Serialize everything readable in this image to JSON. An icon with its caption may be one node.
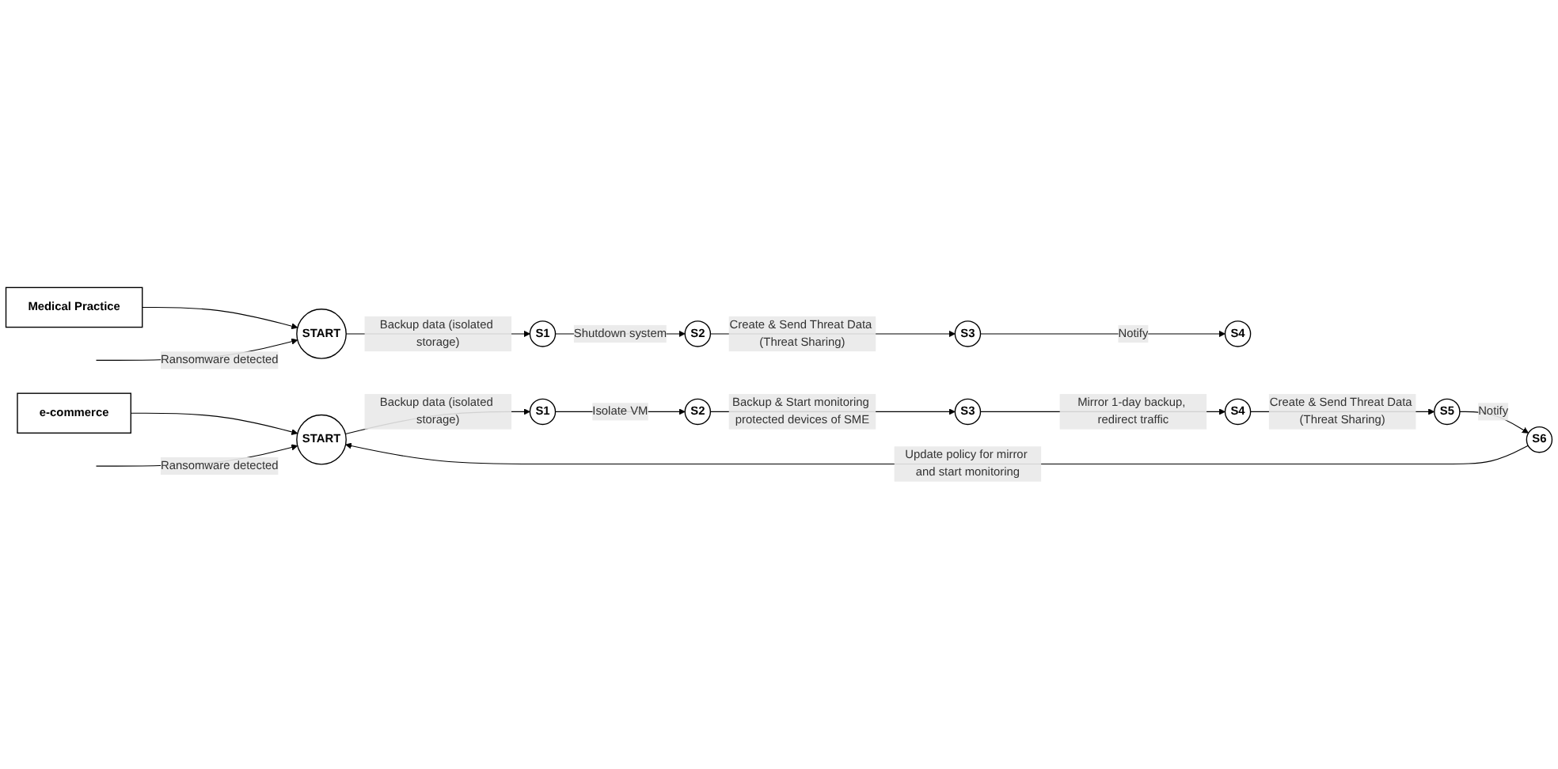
{
  "diagram": {
    "nodes": [
      {
        "text": [
          "Medical Practice"
        ]
      },
      {
        "text": [
          "START"
        ]
      },
      {
        "text": [
          "S1"
        ]
      },
      {
        "text": [
          "S2"
        ]
      },
      {
        "text": [
          "S3"
        ]
      },
      {
        "text": [
          "S4"
        ]
      },
      {
        "text": [
          "e-commerce"
        ]
      },
      {
        "text": [
          "START"
        ]
      },
      {
        "text": [
          "S1"
        ]
      },
      {
        "text": [
          "S2"
        ]
      },
      {
        "text": [
          "S3"
        ]
      },
      {
        "text": [
          "S4"
        ]
      },
      {
        "text": [
          "S5"
        ]
      },
      {
        "text": [
          "S6"
        ]
      }
    ],
    "edges": [
      {
        "from": 0,
        "to": 1,
        "arrow": "to"
      },
      {
        "from": null,
        "to": 1,
        "arrow": "to",
        "label": "Ransomware detected"
      },
      {
        "from": 1,
        "to": 2,
        "arrow": "to",
        "label": "Backup data (isolated storage)"
      },
      {
        "from": 2,
        "to": 3,
        "arrow": "to",
        "label": "Shutdown system"
      },
      {
        "from": 3,
        "to": 4,
        "arrow": "to",
        "label": "Create & Send Threat Data (Threat Sharing)"
      },
      {
        "from": 4,
        "to": 5,
        "arrow": "to",
        "label": "Notify"
      },
      {
        "from": 6,
        "to": 7,
        "arrow": "to"
      },
      {
        "from": null,
        "to": 7,
        "arrow": "to",
        "label": "Ransomware detected"
      },
      {
        "from": 7,
        "to": 8,
        "arrow": "to",
        "label": "Backup data (isolated storage)"
      },
      {
        "from": 8,
        "to": 9,
        "arrow": "to",
        "label": "Isolate VM"
      },
      {
        "from": 9,
        "to": 10,
        "arrow": "to",
        "label": "Backup & Start monitoring protected devices of SME"
      },
      {
        "from": 10,
        "to": 11,
        "arrow": "to",
        "label": "Mirror 1-day backup, redirect traffic"
      },
      {
        "from": 11,
        "to": 12,
        "arrow": "to",
        "label": "Create & Send Threat Data (Threat Sharing)"
      },
      {
        "from": 12,
        "to": 13,
        "arrow": "to",
        "label": "Notify"
      },
      {
        "from": 13,
        "to": 7,
        "arrow": "to",
        "label": "Update policy for mirror and start monitoring"
      }
    ]
  }
}
